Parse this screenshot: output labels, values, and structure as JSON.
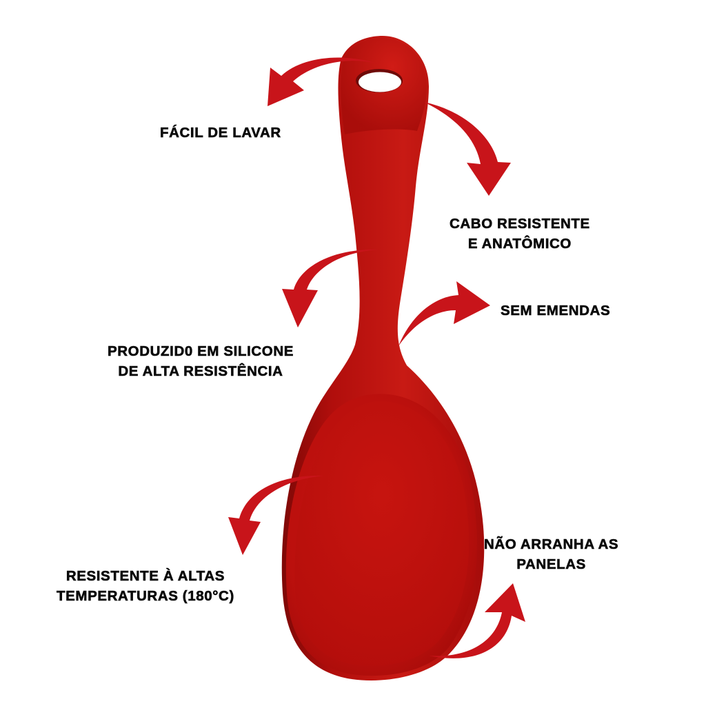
{
  "product": {
    "name": "silicone-rice-spoon",
    "colors": {
      "body": "#c41210",
      "body_dark": "#8e0a08",
      "body_highlight": "#d62a20",
      "arrow": "#c8141a",
      "text": "#0a0a0a",
      "background": "#ffffff"
    }
  },
  "features": {
    "easy_wash": {
      "lines": [
        "FÁCIL DE LAVAR"
      ]
    },
    "handle": {
      "lines": [
        "CABO RESISTENTE",
        "E ANATÔMICO"
      ]
    },
    "seamless": {
      "lines": [
        "SEM EMENDAS"
      ]
    },
    "material": {
      "lines": [
        "PRODUZID0 EM SILICONE",
        "DE ALTA RESISTÊNCIA"
      ]
    },
    "heat": {
      "lines": [
        "RESISTENTE À ALTAS",
        "TEMPERATURAS (180°C)"
      ]
    },
    "no_scratch": {
      "lines": [
        "NÃO ARRANHA AS",
        "PANELAS"
      ]
    }
  },
  "icons": {
    "arrows": [
      "curved-arrow-easy-wash",
      "curved-arrow-handle",
      "curved-arrow-seamless",
      "curved-arrow-material",
      "curved-arrow-heat",
      "curved-arrow-no-scratch"
    ]
  }
}
